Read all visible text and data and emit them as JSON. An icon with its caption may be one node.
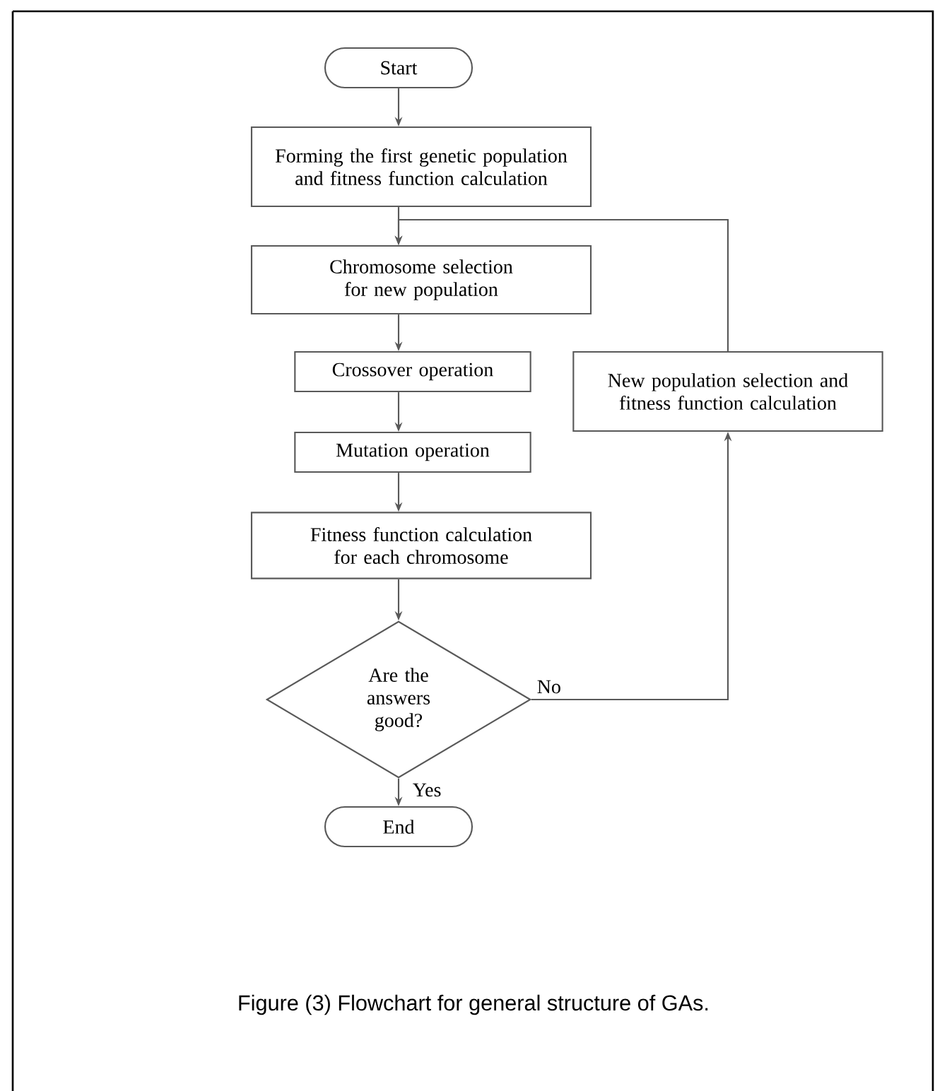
{
  "diagram": {
    "caption": "Figure (3) Flowchart for general structure of GAs.",
    "nodes": [
      {
        "text": [
          "Start"
        ]
      },
      {
        "text": [
          "Forming the first genetic population and fitness function calculation"
        ]
      },
      {
        "text": [
          "Chromosome selection for new population"
        ]
      },
      {
        "text": [
          "Crossover operation"
        ]
      },
      {
        "text": [
          "Mutation operation"
        ]
      },
      {
        "text": [
          "Fitness function calculation for each chromosome"
        ]
      },
      {
        "text": [
          "Are the answers good?"
        ]
      },
      {
        "text": [
          "End"
        ]
      },
      {
        "text": [
          "New population selection and fitness function calculation"
        ]
      }
    ],
    "edges": [
      {
        "from": 0,
        "to": 1,
        "arrow": "to"
      },
      {
        "from": 1,
        "to": 2,
        "arrow": "to"
      },
      {
        "from": 2,
        "to": 3,
        "arrow": "to"
      },
      {
        "from": 3,
        "to": 4,
        "arrow": "to"
      },
      {
        "from": 4,
        "to": 5,
        "arrow": "to"
      },
      {
        "from": 5,
        "to": 6,
        "arrow": "to"
      },
      {
        "from": 6,
        "to": 7,
        "arrow": "to",
        "label": "Yes"
      },
      {
        "from": 6,
        "to": 8,
        "arrow": "to",
        "label": "No"
      },
      {
        "from": 8,
        "to": 2,
        "arrow": "to"
      }
    ]
  }
}
